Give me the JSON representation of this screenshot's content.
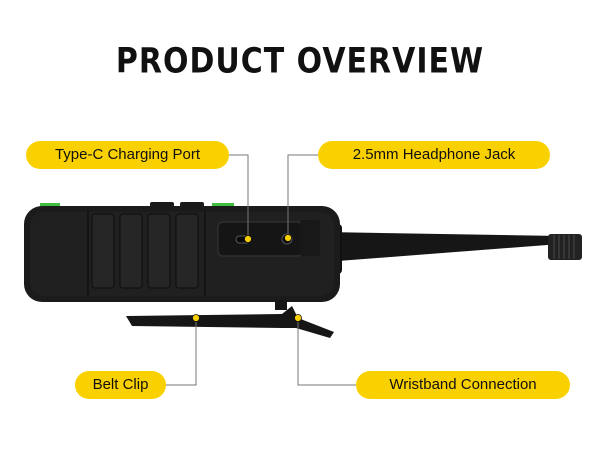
{
  "header": {
    "title": "PRODUCT OVERVIEW"
  },
  "callouts": {
    "charging_port": "Type-C Charging Port",
    "headphone_jack": "2.5mm Headphone Jack",
    "belt_clip": "Belt Clip",
    "wristband": "Wristband Connection"
  },
  "colors": {
    "accent": "#f9d100",
    "device_body": "#1b1b1b",
    "device_trim": "#3fbf3f"
  }
}
